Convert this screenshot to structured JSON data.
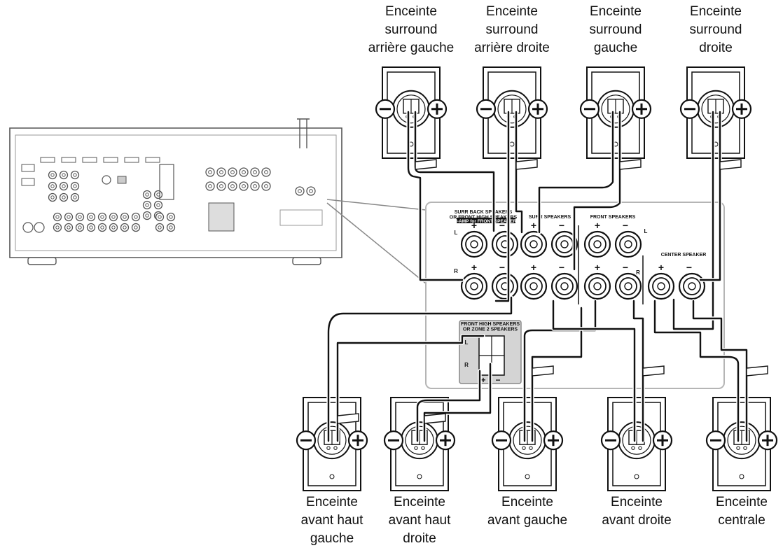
{
  "top_speakers": [
    {
      "id": "surround-back-left",
      "label": "Enceinte\nsurround\narrière gauche"
    },
    {
      "id": "surround-back-right",
      "label": "Enceinte\nsurround\narrière droite"
    },
    {
      "id": "surround-left",
      "label": "Enceinte\nsurround\ngauche"
    },
    {
      "id": "surround-right",
      "label": "Enceinte\nsurround\ndroite"
    }
  ],
  "bottom_speakers": [
    {
      "id": "front-high-left",
      "label": "Enceinte\navant haut\ngauche"
    },
    {
      "id": "front-high-right",
      "label": "Enceinte\navant haut\ndroite"
    },
    {
      "id": "front-left",
      "label": "Enceinte\navant gauche"
    },
    {
      "id": "front-right",
      "label": "Enceinte\navant droite"
    },
    {
      "id": "center",
      "label": "Enceinte\ncentrale"
    }
  ],
  "panel": {
    "surr_back_title": "SURR BACK SPEAKERS\nOR FRONT HIGH SPEAKERS",
    "surr_back_sub": "BI-AMP for FRONT SPEAKERS",
    "surr_title": "SURR SPEAKERS",
    "front_title": "FRONT SPEAKERS",
    "center_title": "CENTER SPEAKER",
    "zone2_title": "FRONT HIGH SPEAKERS\nOR ZONE 2 SPEAKERS",
    "plus": "+",
    "minus": "−",
    "left": "L",
    "right": "R"
  },
  "colors": {
    "line": "#111111",
    "panel_bg": "#ffffff",
    "panel_border": "#b5b5b5",
    "zone2_bg": "#d4d4d4",
    "receiver_stroke": "#555555"
  }
}
